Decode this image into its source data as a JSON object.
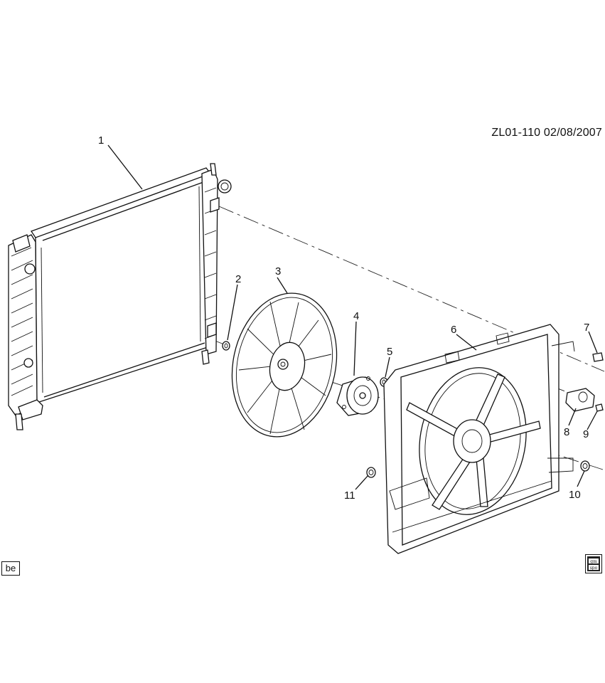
{
  "diagram": {
    "reference_code": "ZL01-110",
    "date": "02/08/2007",
    "callouts": [
      "1",
      "2",
      "3",
      "4",
      "5",
      "6",
      "7",
      "8",
      "9",
      "10",
      "11"
    ],
    "footer_tag": "be",
    "logo_text": "gm spo"
  }
}
